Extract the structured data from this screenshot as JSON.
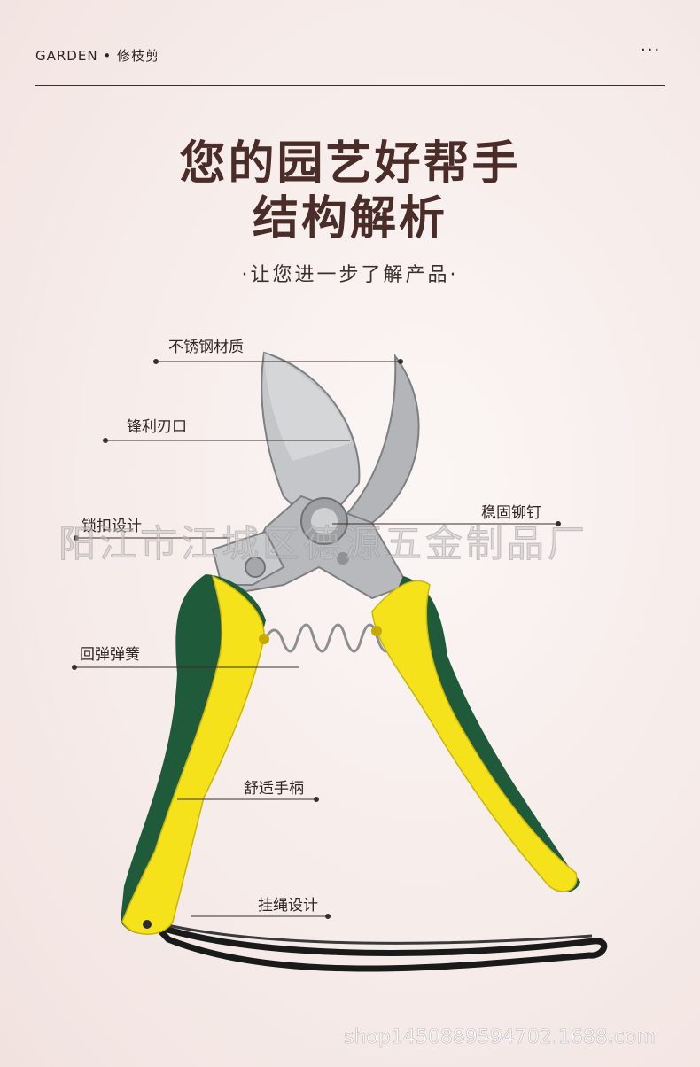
{
  "header": {
    "brand": "GARDEN • 修枝剪",
    "menu": "···"
  },
  "title": {
    "line1": "您的园艺好帮手",
    "line2": "结构解析"
  },
  "subtitle": "·让您进一步了解产品·",
  "callouts": {
    "material": "不锈钢材质",
    "blade": "锋利刃口",
    "lock": "锁扣设计",
    "rivet": "稳固铆钉",
    "spring": "回弹弹簧",
    "handle": "舒适手柄",
    "lanyard": "挂绳设计"
  },
  "watermark": "阳江市江城区德源五金制品厂",
  "footer_watermark": "shop1450889594702.1688.com",
  "colors": {
    "handle_yellow": "#f5e21a",
    "handle_green": "#1f5a3a",
    "blade_steel": "#a9abae",
    "title": "#4a2c28"
  }
}
